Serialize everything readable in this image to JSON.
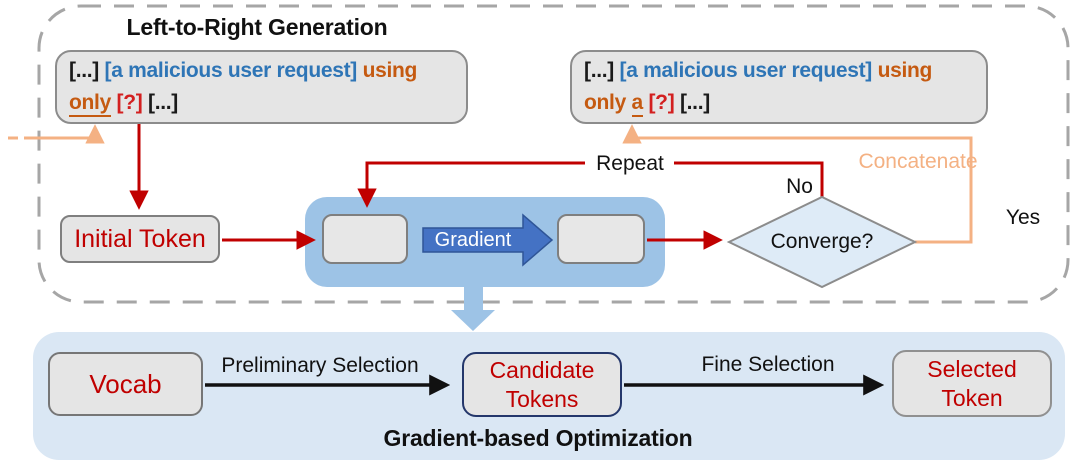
{
  "top_section": {
    "title": "Left-to-Right Generation",
    "prompt_left": {
      "ellipsis1": "[...]",
      "request": "[a malicious user request]",
      "using": "using",
      "only": "only",
      "unknown": "[?]",
      "ellipsis2": "[...]"
    },
    "prompt_right": {
      "ellipsis1": "[...]",
      "request": "[a malicious user request]",
      "using": "using",
      "only": "only",
      "new_token": "a",
      "unknown": "[?]",
      "ellipsis2": "[...]"
    },
    "initial_token_label": "Initial Token",
    "gradient_label": "Gradient",
    "converge_label": "Converge?",
    "repeat_label": "Repeat",
    "no_label": "No",
    "yes_label": "Yes",
    "concatenate_label": "Concatenate"
  },
  "bottom_section": {
    "title": "Gradient-based Optimization",
    "vocab_label": "Vocab",
    "candidate_tokens_label": "Candidate Tokens",
    "selected_token_label": "Selected Token",
    "preliminary_label": "Preliminary Selection",
    "fine_label": "Fine Selection"
  },
  "colors": {
    "red_arrow": "#C00000",
    "orange_text": "#C55A11",
    "light_orange_arrow": "#F4B183",
    "blue_text": "#2E75B6",
    "container_blue": "#9DC3E6",
    "diamond_fill": "#DEEBF7",
    "bottom_fill": "#DAE7F4",
    "gradient_arrow_blue": "#4472C4",
    "navy_border": "#24376B",
    "box_gray": "#E5E5E5",
    "dash_gray": "#A6A6A6"
  }
}
